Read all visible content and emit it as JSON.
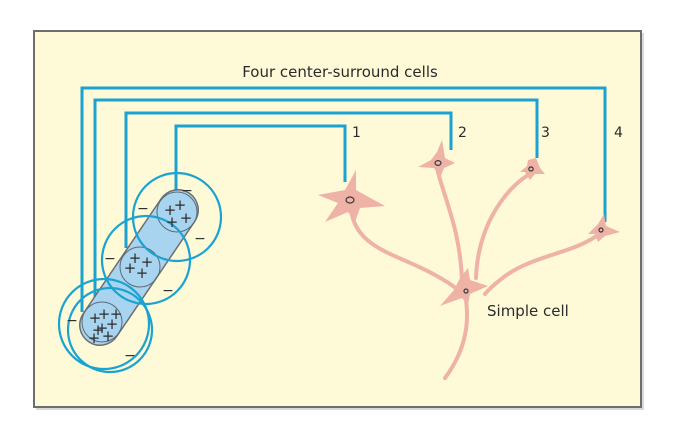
{
  "figure": {
    "title": "Four center-surround cells",
    "simple_cell_label": "Simple cell",
    "colors": {
      "panel_background": "#fefad8",
      "panel_border": "#6e6e6e",
      "wire": "#1aa3d1",
      "receptive_field_fill": "#a9d4f0",
      "neuron": "#eeb2a6",
      "text": "#2b2b2b"
    },
    "center_surround_cells": [
      {
        "id": "1",
        "label": "1",
        "center_sign": "+",
        "surround_sign": "−"
      },
      {
        "id": "2",
        "label": "2",
        "center_sign": "+",
        "surround_sign": "−"
      },
      {
        "id": "3",
        "label": "3",
        "center_sign": "+",
        "surround_sign": "−"
      },
      {
        "id": "4",
        "label": "4",
        "center_sign": "+",
        "surround_sign": "−"
      }
    ],
    "signs": {
      "plus": "+",
      "minus": "−"
    }
  }
}
